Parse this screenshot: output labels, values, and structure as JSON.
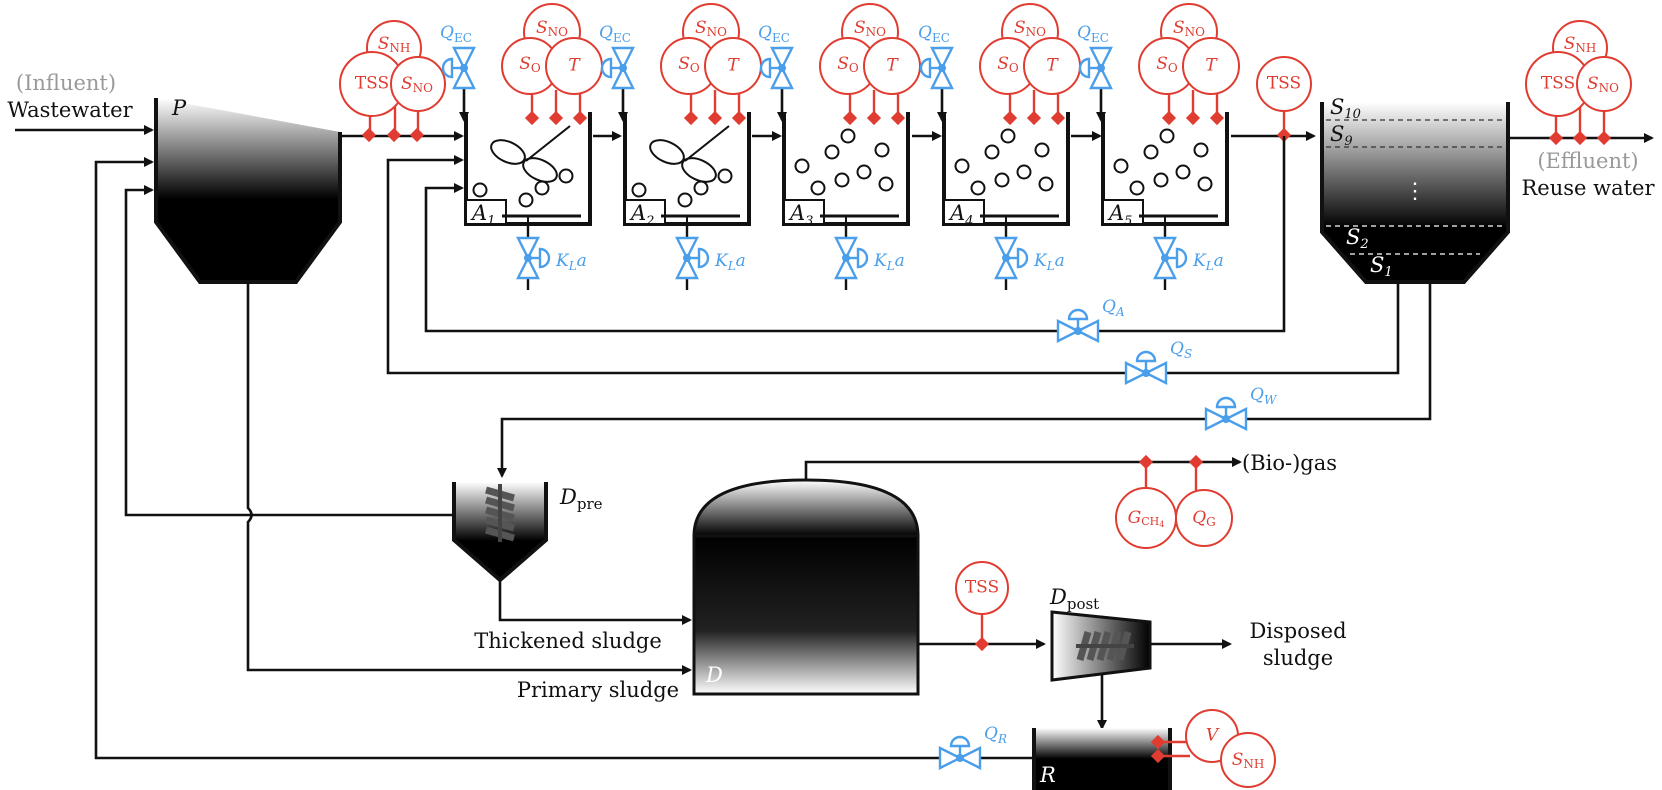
{
  "labels": {
    "influent": "(Influent)",
    "wastewater": "Wastewater",
    "effluent": "(Effluent)",
    "reuse_water": "Reuse water",
    "biogas": "(Bio-)gas",
    "thickened_sludge": "Thickened sludge",
    "primary_sludge": "Primary sludge",
    "disposed_sludge_1": "Disposed",
    "disposed_sludge_2": "sludge"
  },
  "units": {
    "primary_clarifier": "P",
    "reactors": [
      "1",
      "2",
      "3",
      "4",
      "5"
    ],
    "reactor_prefix": "A",
    "digester": "D",
    "pre_dewatering": "D",
    "pre_sub": "pre",
    "post_dewatering": "D",
    "post_sub": "post",
    "reject_tank": "R",
    "settler_layer_prefix": "S",
    "settler_layers": [
      "10",
      "9",
      "2",
      "1"
    ],
    "settler_dots": "⋮"
  },
  "sensors": {
    "tss": "TSS",
    "s_nh_main": "S",
    "s_nh_sub": "NH",
    "s_no_main": "S",
    "s_no_sub": "NO",
    "s_o_main": "S",
    "s_o_sub": "O",
    "temperature": "T",
    "volume": "V",
    "g_ch4_main": "G",
    "g_ch4_sub": "CH",
    "g_ch4_subsub": "4",
    "q_g_main": "Q",
    "q_g_sub": "G"
  },
  "actuators": {
    "q_ec_main": "Q",
    "q_ec_sub": "EC",
    "kla_main": "K",
    "kla_sub": "L",
    "kla_suffix": "a",
    "q_a_main": "Q",
    "q_a_sub": "A",
    "q_s_main": "Q",
    "q_s_sub": "S",
    "q_w_main": "Q",
    "q_w_sub": "W",
    "q_r_main": "Q",
    "q_r_sub": "R"
  },
  "colors": {
    "sensor": "#e03c31",
    "actuator": "#4a9eea",
    "process": "#111111",
    "context_label": "#999999"
  }
}
